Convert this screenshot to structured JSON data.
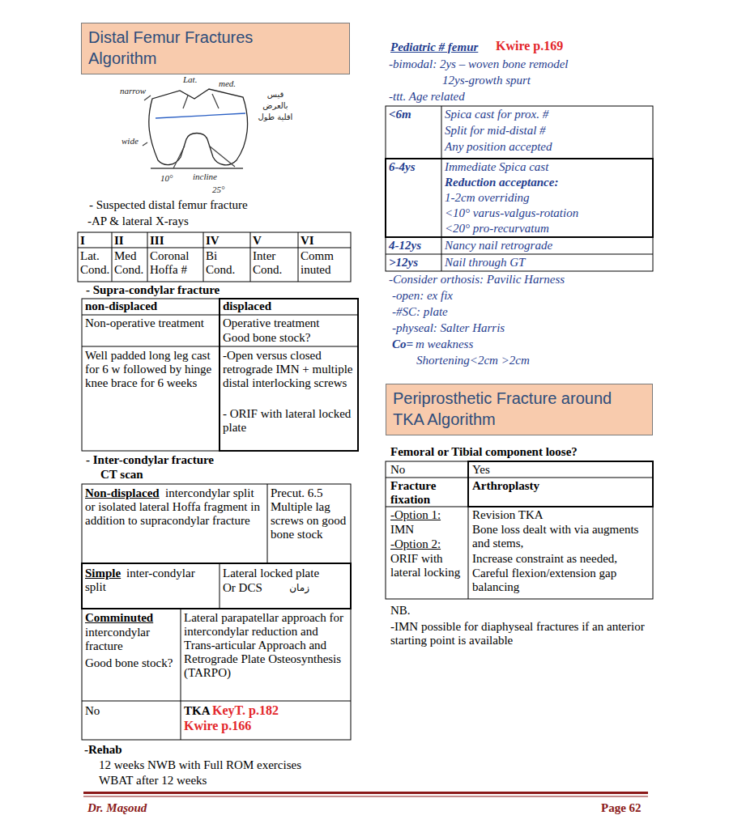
{
  "diagram": {
    "nodes": [
      {
        "text": [
          "Distal Femur Fractures Algorithm"
        ]
      },
      {
        "text": [
          "Periprosthetic Fracture around TKA Algorithm"
        ]
      }
    ],
    "labels": [
      "Lat.",
      "med.",
      "narrow",
      "wide",
      "incline",
      "10°",
      "25°",
      "قيس بالعرض اقلية طول",
      "- Suspected distal femur fracture",
      "-AP & lateral X-rays",
      "I",
      "II",
      "III",
      "IV",
      "V",
      "VI",
      "Lat. Cond.",
      "Med Cond.",
      "Coronal Hoffa #",
      "Bi Cond.",
      "Inter Cond.",
      "Comm inuted",
      "- Supra-condylar fracture",
      "non-displaced",
      "displaced",
      "Non-operative treatment",
      "Operative treatment",
      "Good bone stock?",
      "Well padded long leg cast for 6 w followed by hinge knee brace for 6 weeks",
      "-Open versus closed retrograde IMN + multiple distal interlocking screws",
      "- ORIF with lateral locked plate",
      "- Inter-condylar fracture",
      "CT scan",
      "Non-displaced",
      "intercondylar split or isolated lateral Hoffa fragment in addition to supracondylar fracture",
      "Precut. 6.5 Multiple lag screws on good bone stock",
      "Simple",
      "inter-condylar split",
      "Lateral locked plate",
      "Or DCS",
      "زمان",
      "Comminuted",
      "intercondylar fracture",
      "Good bone stock?",
      "Lateral parapatellar approach for intercondylar reduction and Trans-articular Approach and Retrograde Plate Osteosynthesis (TARPO)",
      "No",
      "TKA",
      "KeyT. p.182",
      "Kwire p.166",
      "-Rehab",
      "12 weeks NWB with Full ROM exercises",
      "WBAT after 12 weeks",
      "Dr. Maʂoud",
      "Page 62",
      "Pediatric # femur",
      "Kwire p.169",
      "-bimodal: 2ys – woven bone remodel",
      "12ys-growth spurt",
      "-ttt. Age related",
      "<6m",
      "Spica cast for prox. #",
      "Split for mid-distal #",
      "Any position accepted",
      "6-4ys",
      "Immediate Spica cast",
      "Reduction acceptance:",
      "1-2cm overriding",
      "<10° varus-valgus-rotation",
      "<20° pro-recurvatum",
      "4-12ys",
      "Nancy nail retrograde",
      ">12ys",
      "Nail through GT",
      "-Consider orthosis: Pavilic Harness",
      "-open: ex fix",
      "-#SC: plate",
      "-physeal: Salter Harris",
      "Co=",
      "m weakness",
      "Shortening<2cm >2cm",
      "Femoral or Tibial component loose?",
      "No",
      "Yes",
      "Fracture fixation",
      "Arthroplasty",
      "-Option 1:",
      "IMN",
      "-Option 2:",
      "ORIF with lateral locking",
      "Revision TKA",
      "Bone loss dealt with via augments and stems,",
      "Increase constraint as needed,",
      "Careful flexion/extension gap balancing",
      "NB.",
      "-IMN possible for diaphyseal fractures if an anterior starting point is available"
    ]
  }
}
